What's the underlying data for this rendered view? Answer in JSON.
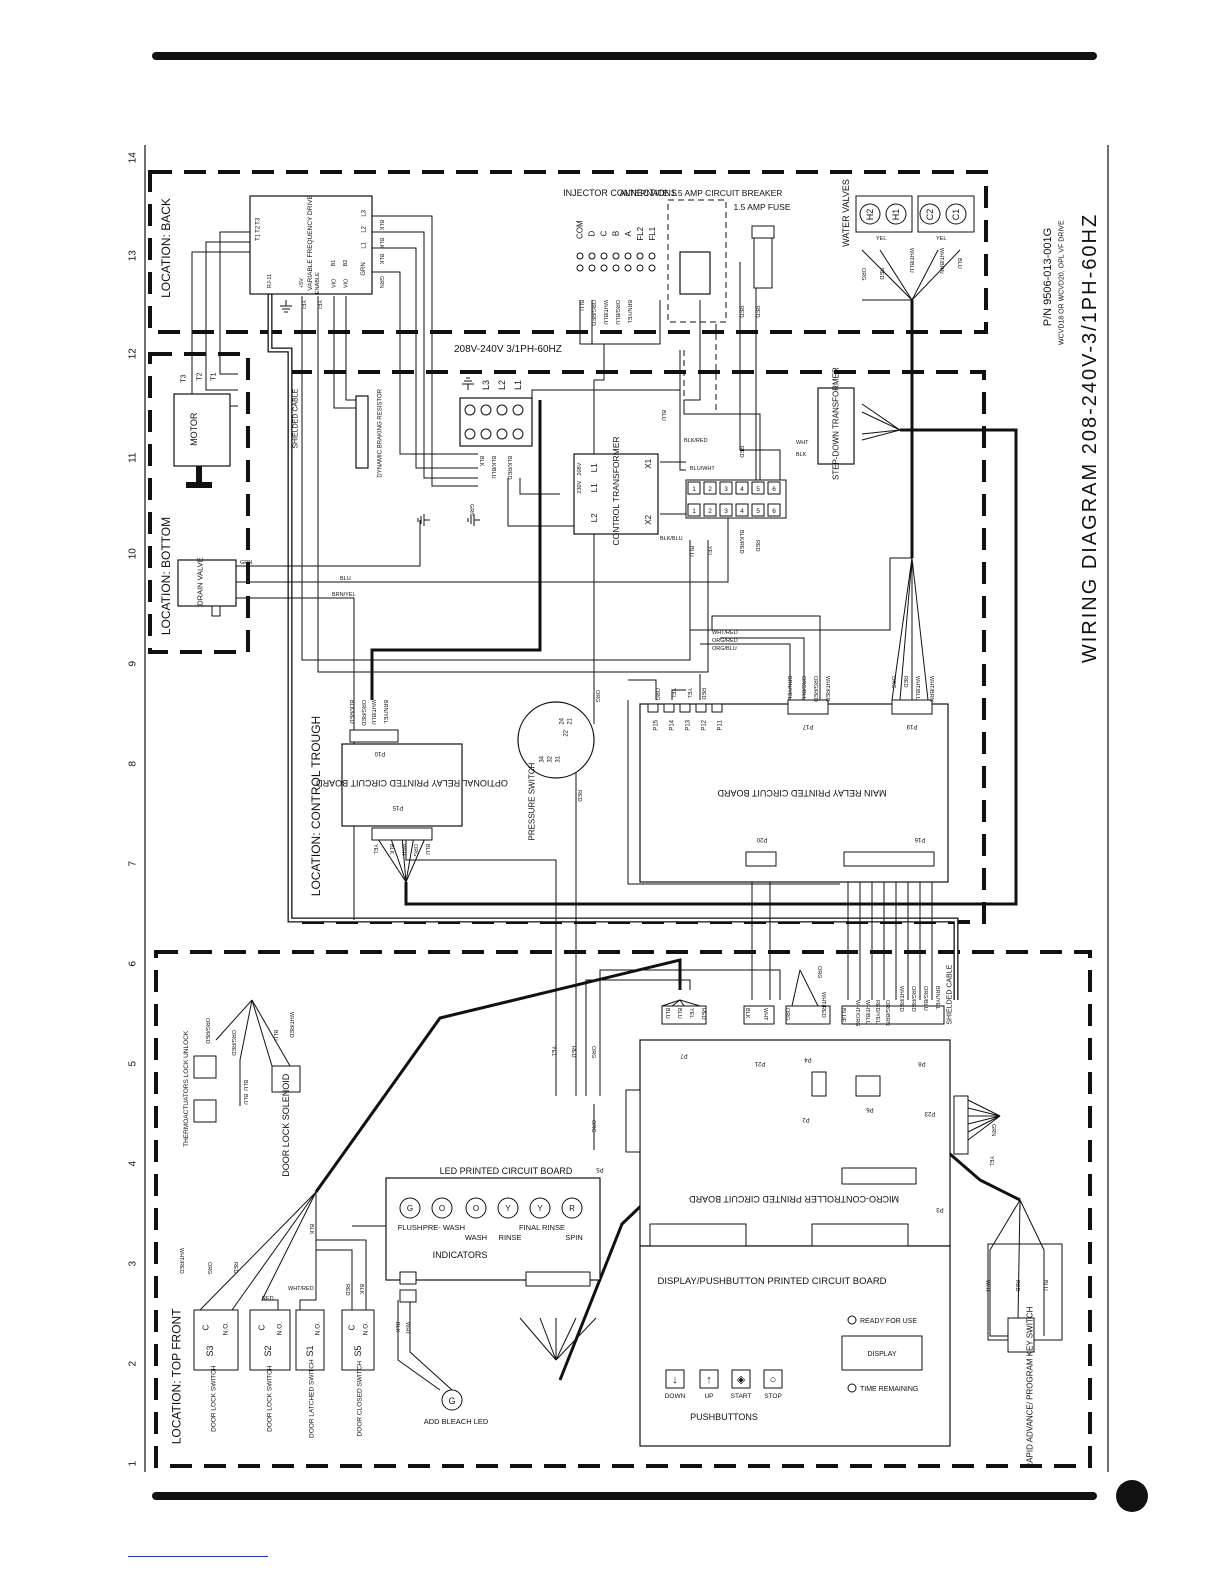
{
  "title": {
    "main": "WIRING DIAGRAM   208-240V-3/1PH-60HZ",
    "part_number": "P/N 9506-013-001G",
    "models": "WCVD18 OR WCVD20, OPL VF DRIVE"
  },
  "grid_numbers": [
    "1",
    "2",
    "3",
    "4",
    "5",
    "6",
    "7",
    "8",
    "9",
    "10",
    "11",
    "12",
    "13",
    "14"
  ],
  "locations": {
    "back": "LOCATION:  BACK",
    "bottom": "LOCATION:  BOTTOM",
    "control_trough": "LOCATION:  CONTROL TROUGH",
    "top_front": "LOCATION:  TOP FRONT"
  },
  "components": {
    "vfd": "VARIABLE FREQUENCY DRIVE",
    "vfd_terminals": [
      "T1",
      "T2",
      "T3",
      "L3",
      "L2",
      "L1",
      "GRN",
      "RJ-11",
      "+5V",
      "ENABLE",
      "VIO",
      "VIO",
      "B1",
      "B2"
    ],
    "motor": "MOTOR",
    "motor_terminals": [
      "T3",
      "T2",
      "T1"
    ],
    "supply": "208V-240V 3/1PH-60HZ",
    "supply_terminals": [
      "L3",
      "L2",
      "L1"
    ],
    "dynamic_braking": "DYNAMIC BRAKING RESISTOR",
    "shielded_cable": "SHIELDED CABLE",
    "injector_title": "INJECTOR CONNECTIONS",
    "injector_terminals": [
      "COM",
      "D",
      "C",
      "B",
      "A",
      "FL2",
      "FL1"
    ],
    "alt_breaker": "ALTERNATE 1.5 AMP CIRCUIT BREAKER",
    "fuse": "1.5 AMP FUSE",
    "water_valves": "WATER VALVES",
    "valve_labels": [
      "H2",
      "H1",
      "C2",
      "C1"
    ],
    "control_transformer": "CONTROL TRANSFORMER",
    "ct_terminals": [
      "208V",
      "230V",
      "L1",
      "L1",
      "L2",
      "X1",
      "X2"
    ],
    "step_down": "STEP-DOWN TRANSFORMER",
    "terminal_block": [
      "1",
      "2",
      "3",
      "4",
      "5",
      "6"
    ],
    "drain_valve": "DRAIN VALVE",
    "pressure_switch": "PRESSURE SWITCH",
    "pressure_contacts": [
      "24",
      "22",
      "21",
      "34",
      "32",
      "31"
    ],
    "main_relay_board": "MAIN RELAY PRINTED CIRCUIT BOARD",
    "main_relay_connectors": [
      "P15",
      "P14",
      "P13",
      "P12",
      "P11",
      "P17",
      "P19",
      "P20",
      "P16"
    ],
    "optional_relay_board": "OPTIONAL RELAY PRINTED CIRCUIT BOARD",
    "optional_connectors": [
      "P10",
      "P15"
    ],
    "micro_board": "MICRO-CONTROLLER PRINTED CIRCUIT BOARD",
    "micro_connectors": [
      "P7",
      "P21",
      "P4",
      "P8",
      "P2",
      "P6",
      "P23",
      "P5",
      "P3"
    ],
    "led_board": "LED PRINTED CIRCUIT BOARD",
    "indicators_title": "INDICATORS",
    "indicators": [
      {
        "letter": "G",
        "name": "FLUSH"
      },
      {
        "letter": "O",
        "name": "PRE- WASH"
      },
      {
        "letter": "O",
        "name": "WASH"
      },
      {
        "letter": "Y",
        "name": "RINSE"
      },
      {
        "letter": "Y",
        "name": "FINAL RINSE"
      },
      {
        "letter": "R",
        "name": "SPIN"
      }
    ],
    "display_board": "DISPLAY/PUSHBUTTON PRINTED CIRCUIT BOARD",
    "ready": "READY FOR USE",
    "display": "DISPLAY",
    "time_remaining": "TIME REMAINING",
    "pushbuttons_title": "PUSHBUTTONS",
    "pushbuttons": [
      {
        "symbol": "↓",
        "name": "DOWN"
      },
      {
        "symbol": "↑",
        "name": "UP"
      },
      {
        "symbol": "◈",
        "name": "START"
      },
      {
        "symbol": "○",
        "name": "STOP"
      }
    ],
    "thermoactuators": "THERMOACTUATORS LOCK UNLOCK",
    "door_lock_solenoid": "DOOR LOCK SOLENOID",
    "switches": [
      {
        "id": "S3",
        "name": "DOOR LOCK SWITCH"
      },
      {
        "id": "S2",
        "name": "DOOR LOCK SWITCH"
      },
      {
        "id": "S1",
        "name": "DOOR LATCHED SWITCH"
      },
      {
        "id": "S5",
        "name": "DOOR CLOSED SWITCH"
      }
    ],
    "switch_contacts": [
      "C",
      "N.O."
    ],
    "add_bleach": "ADD BLEACH LED",
    "add_bleach_letter": "G",
    "key_switch": "RAPID ADVANCE/ PROGRAM KEY SWITCH"
  },
  "wire_colors": [
    "BLK",
    "GRN",
    "YEL",
    "RED",
    "BLU",
    "ORG",
    "WHT",
    "BRN/YEL",
    "BLK/RED",
    "BLK/BLU",
    "BLU/WHT",
    "ORG/RED",
    "ORG/BLU",
    "WHT/RED",
    "WHT/BLU",
    "WHT/BRN",
    "WHT/ORG",
    "RED/YEL",
    "ORG/BRN",
    "BRN/YEL",
    "BLUE"
  ]
}
